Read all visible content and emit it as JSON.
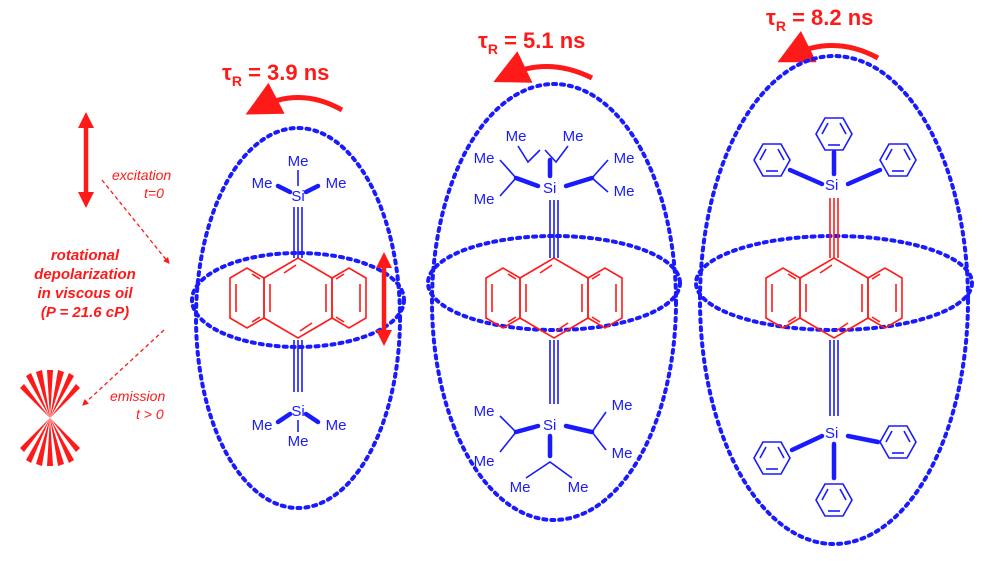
{
  "molecules": [
    {
      "tau_symbol": "τ",
      "tau_sub": "R",
      "tau_value": " = 3.9 ns",
      "silyl": "TMS",
      "atoms": {
        "si": "Si",
        "me": "Me"
      }
    },
    {
      "tau_symbol": "τ",
      "tau_sub": "R",
      "tau_value": " = 5.1 ns",
      "silyl": "TIPS",
      "atoms": {
        "si": "Si",
        "me": "Me"
      }
    },
    {
      "tau_symbol": "τ",
      "tau_sub": "R",
      "tau_value": " = 8.2 ns",
      "silyl": "TPS",
      "atoms": {
        "si": "Si"
      }
    }
  ],
  "left_panel": {
    "excitation_line1": "excitation",
    "excitation_line2": "t=0",
    "emission_line1": "emission",
    "emission_line2": "t > 0",
    "caption_lines": [
      "rotational",
      "depolarization",
      "in viscous oil",
      "(P = 21.6 cP)"
    ]
  },
  "colors": {
    "red": "#ff1a1a",
    "blue": "#1a1aff"
  }
}
